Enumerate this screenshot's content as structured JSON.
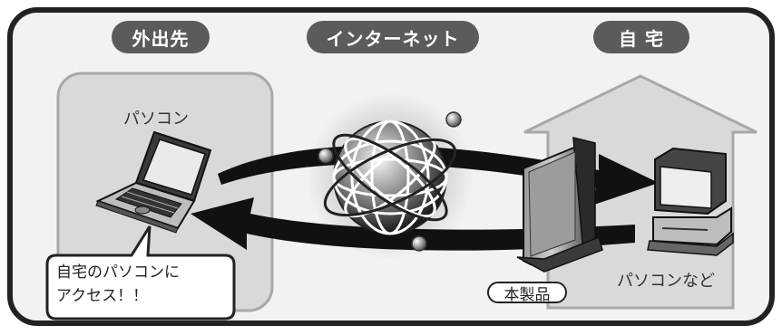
{
  "labels": {
    "outside": "外出先",
    "internet": "インターネット",
    "home": "自 宅",
    "pc_left": "パソコン",
    "bubble_line1": "自宅のパソコンに",
    "bubble_line2": "アクセス！！",
    "product": "本製品",
    "pc_right": "パソコンなど"
  },
  "colors": {
    "frame": "#222222",
    "background": "#f2f2f2",
    "panel": "#d9d9d9",
    "tag": "#5b5b5b",
    "arrow": "#111111"
  }
}
